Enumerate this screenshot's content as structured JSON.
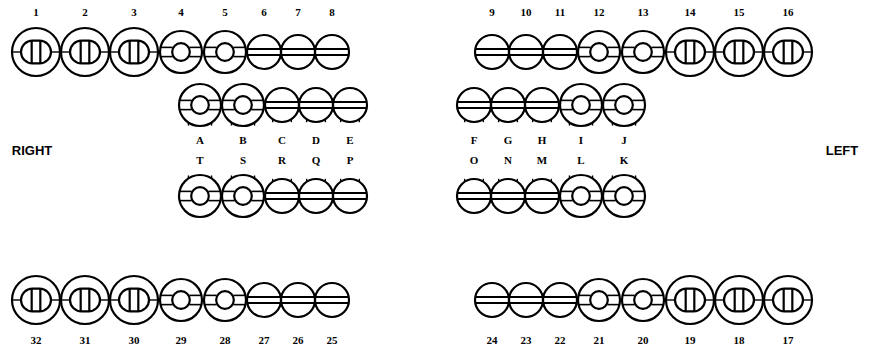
{
  "diagram": {
    "labels": [
      "1",
      "2",
      "3",
      "4",
      "5",
      "6",
      "7",
      "8",
      "9",
      "10",
      "11",
      "12",
      "13",
      "14",
      "15",
      "16",
      "A",
      "B",
      "C",
      "D",
      "E",
      "F",
      "G",
      "H",
      "I",
      "J",
      "T",
      "S",
      "R",
      "Q",
      "P",
      "O",
      "N",
      "M",
      "L",
      "K",
      "RIGHT",
      "LEFT",
      "32",
      "31",
      "30",
      "29",
      "28",
      "27",
      "26",
      "25",
      "24",
      "23",
      "22",
      "21",
      "20",
      "19",
      "18",
      "17"
    ]
  }
}
